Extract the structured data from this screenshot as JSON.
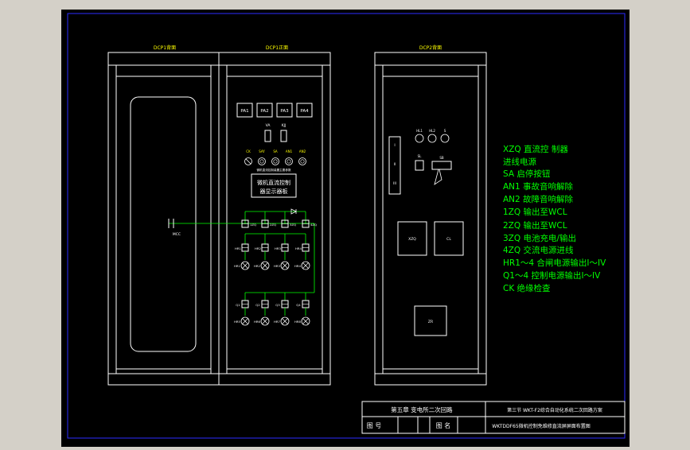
{
  "panels": {
    "dcp1_back": "DCP1背面",
    "dcp1_front": "DCP1正面",
    "dcp2_back": "DCP2背面"
  },
  "meters": [
    "PA1",
    "PA2",
    "PA3",
    "PA4"
  ],
  "meter_labels": [
    "VA",
    "KJJ"
  ],
  "switch_labels": [
    "CK",
    "SAY",
    "SA",
    "AN1",
    "AN2"
  ],
  "small_caption": "微机直流控制装置主要参数",
  "display_lines": [
    "微机直流控制",
    "器显示器板"
  ],
  "mcc_label": "MCC",
  "breakers_top": [
    "1ZQ",
    "2ZQ",
    "3ZQ",
    "4ZQ"
  ],
  "hr_labels": [
    "HR1",
    "HR2",
    "HR3",
    "HR4"
  ],
  "q_labels": [
    "Q1",
    "Q2",
    "Q3",
    "Q4"
  ],
  "bottom_lamp_labels": [
    "HR5",
    "HR6",
    "HR7",
    "HR8"
  ],
  "dcp2": {
    "top_lamps": [
      "HL1",
      "HL2",
      "S"
    ],
    "vertical_boxes": [
      "I",
      "II",
      "III"
    ],
    "sl_label": "SL",
    "sb_label": "SB",
    "xzq_box": "XZQ",
    "cl_box": "CL",
    "zr_box": "ZR"
  },
  "legend": [
    "XZQ 直流控  制器",
    "进线电源",
    "SA  启停按钮",
    "AN1 事故音响解除",
    "AN2 故障音响解除",
    "1ZQ 输出至WCL",
    "2ZQ     输出至WCL",
    "3ZQ     电池充电/输出",
    "4ZQ   交流电源进线",
    "HR1～4 合闸电源输出I～IV",
    "Q1～4  控制电源输出I～IV",
    "CK      绝缘检查"
  ],
  "title_block": {
    "chapter": "第五章  变电所二次回路",
    "section": "第三节 WKT-F2综合自动化系统二次回路方案",
    "fig_no_label": "图 号",
    "fig_name_label": "图 名",
    "fig_name": "WKTDDF65微机控制免维修直流屏屏面布置图"
  },
  "colors": {
    "background": "#000000",
    "line": "#ffffff",
    "frame": "#2b2bff",
    "legend_text": "#00ff00",
    "label_text": "#ffff00",
    "wire": "#00ff00"
  }
}
